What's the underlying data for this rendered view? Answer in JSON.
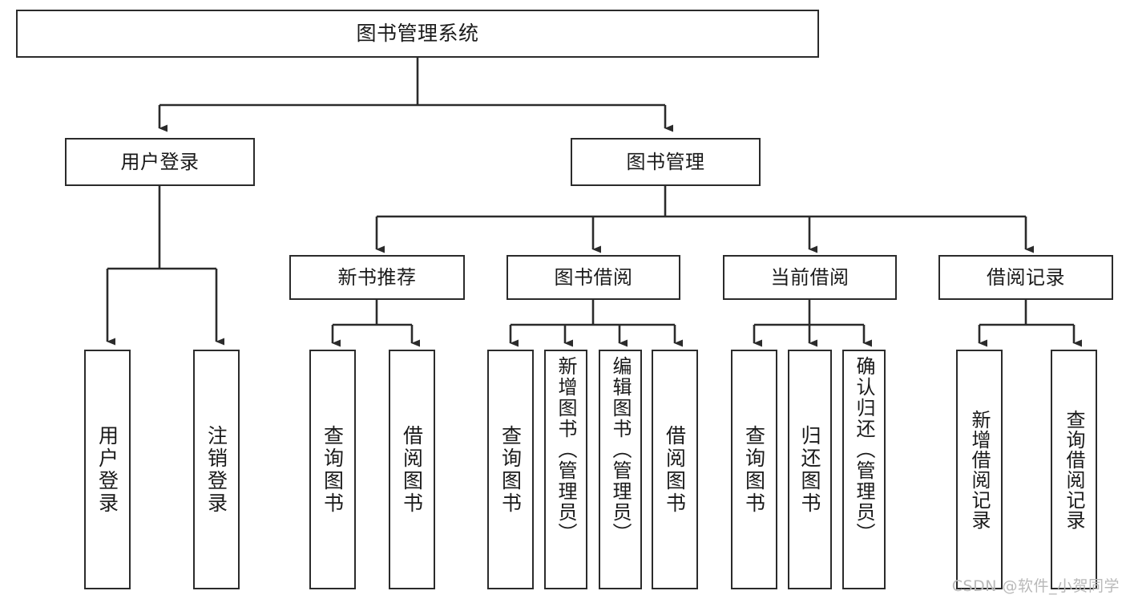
{
  "diagram": {
    "type": "tree",
    "title": "图书管理系统",
    "watermark": "CSDN @软件_小贺同学",
    "colors": {
      "stroke": "#2b2b2b",
      "fill": "#ffffff",
      "text": "#1a1a1a",
      "watermark": "#b9b9b9"
    },
    "nodes": {
      "root": {
        "label": "图书管理系统"
      },
      "level1": [
        {
          "id": "user-login",
          "label": "用户登录"
        },
        {
          "id": "book-management",
          "label": "图书管理"
        }
      ],
      "level2": [
        {
          "id": "new-book-recommend",
          "label": "新书推荐"
        },
        {
          "id": "book-borrow",
          "label": "图书借阅"
        },
        {
          "id": "current-borrow",
          "label": "当前借阅"
        },
        {
          "id": "borrow-record",
          "label": "借阅记录"
        }
      ],
      "leaves": {
        "user_login": [
          {
            "id": "leaf-user-login",
            "label": "用户登录"
          },
          {
            "id": "leaf-logout",
            "label": "注销登录"
          }
        ],
        "new_book_recommend": [
          {
            "id": "leaf-query-book-1",
            "label": "查询图书"
          },
          {
            "id": "leaf-borrow-book-1",
            "label": "借阅图书"
          }
        ],
        "book_borrow": [
          {
            "id": "leaf-query-book-2",
            "label": "查询图书"
          },
          {
            "id": "leaf-add-book",
            "label": "新增图书（管理员）"
          },
          {
            "id": "leaf-edit-book",
            "label": "编辑图书（管理员）"
          },
          {
            "id": "leaf-borrow-book-2",
            "label": "借阅图书"
          }
        ],
        "current_borrow": [
          {
            "id": "leaf-query-book-3",
            "label": "查询图书"
          },
          {
            "id": "leaf-return-book",
            "label": "归还图书"
          },
          {
            "id": "leaf-confirm-return",
            "label": "确认归还（管理员）"
          }
        ],
        "borrow_record": [
          {
            "id": "leaf-add-record",
            "label": "新增借阅记录"
          },
          {
            "id": "leaf-query-record",
            "label": "查询借阅记录"
          }
        ]
      }
    }
  }
}
